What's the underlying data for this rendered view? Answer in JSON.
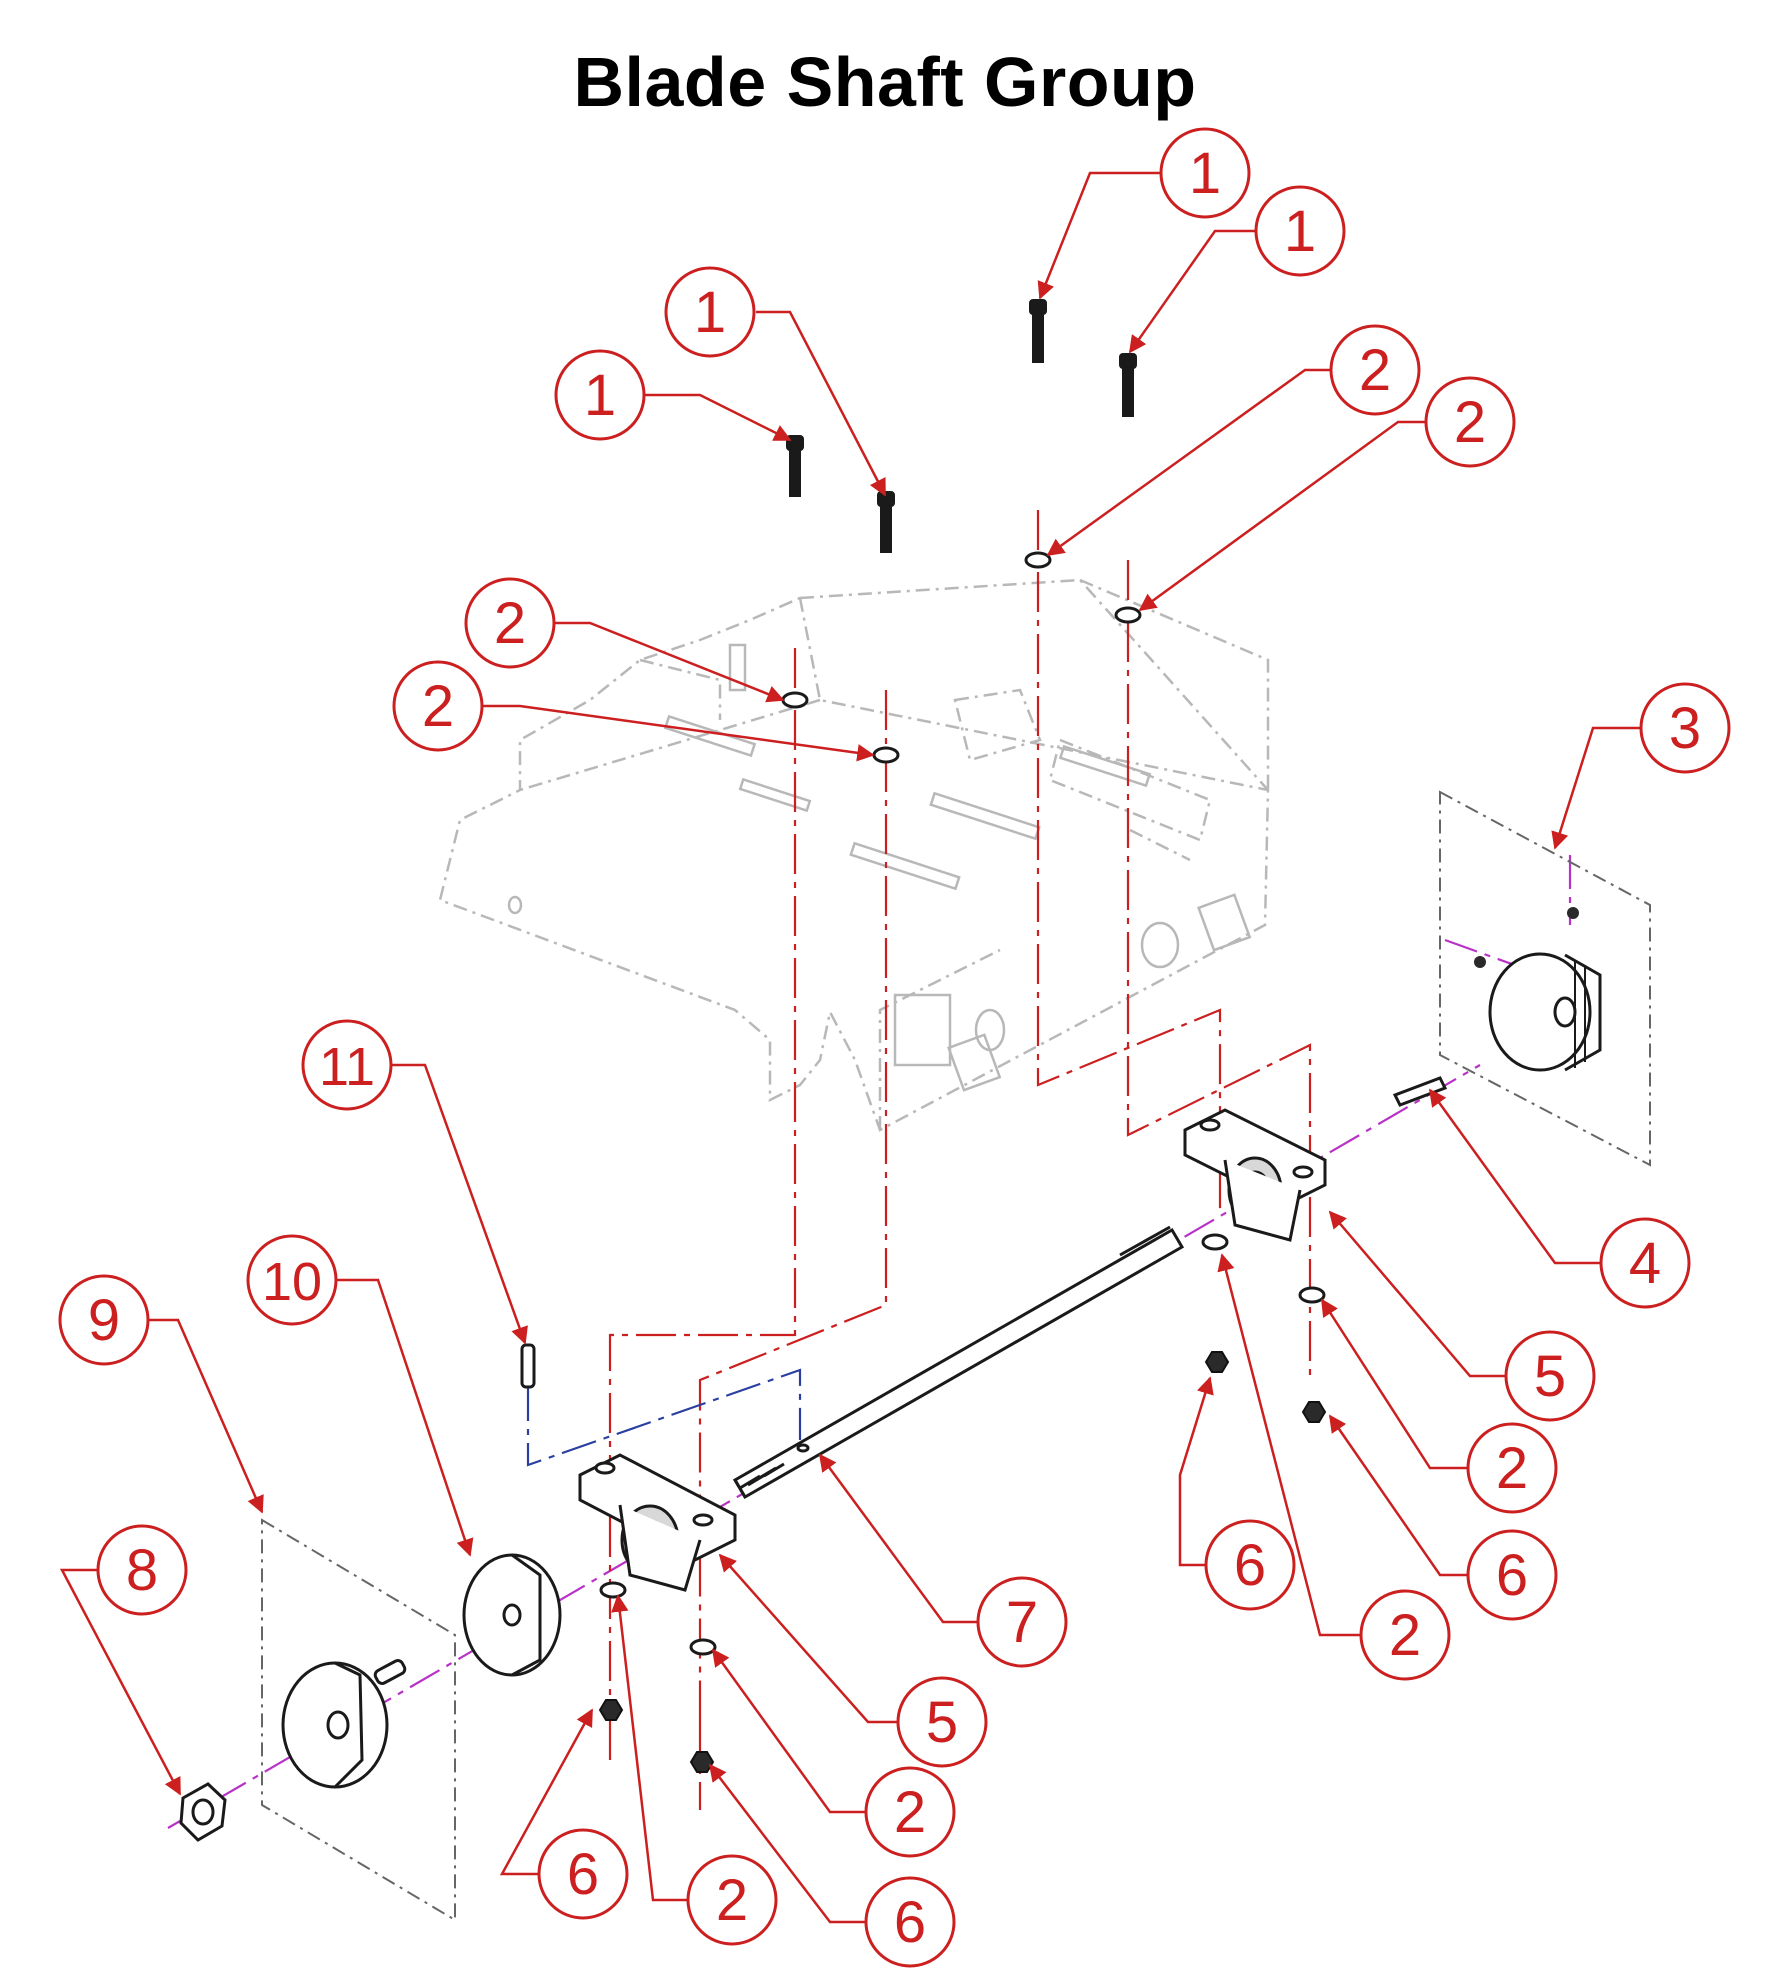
{
  "title": "Blade Shaft Group",
  "colors": {
    "callout": "#cc1f1f",
    "frame": "#b8b8b8",
    "part": "#222222",
    "axis": "#b832c8",
    "wire": "#2a3fa0"
  },
  "callouts": [
    {
      "id": "c1a",
      "label": "1"
    },
    {
      "id": "c1b",
      "label": "1"
    },
    {
      "id": "c1c",
      "label": "1"
    },
    {
      "id": "c1d",
      "label": "1"
    },
    {
      "id": "c2a",
      "label": "2"
    },
    {
      "id": "c2b",
      "label": "2"
    },
    {
      "id": "c2c",
      "label": "2"
    },
    {
      "id": "c2d",
      "label": "2"
    },
    {
      "id": "c3",
      "label": "3"
    },
    {
      "id": "c4",
      "label": "4"
    },
    {
      "id": "c5a",
      "label": "5"
    },
    {
      "id": "c2e",
      "label": "2"
    },
    {
      "id": "c6a",
      "label": "6"
    },
    {
      "id": "c6b",
      "label": "6"
    },
    {
      "id": "c2f",
      "label": "2"
    },
    {
      "id": "c11",
      "label": "11"
    },
    {
      "id": "c10",
      "label": "10"
    },
    {
      "id": "c9",
      "label": "9"
    },
    {
      "id": "c8",
      "label": "8"
    },
    {
      "id": "c7",
      "label": "7"
    },
    {
      "id": "c5b",
      "label": "5"
    },
    {
      "id": "c2g",
      "label": "2"
    },
    {
      "id": "c6c",
      "label": "6"
    },
    {
      "id": "c2h",
      "label": "2"
    },
    {
      "id": "c6d",
      "label": "6"
    }
  ]
}
